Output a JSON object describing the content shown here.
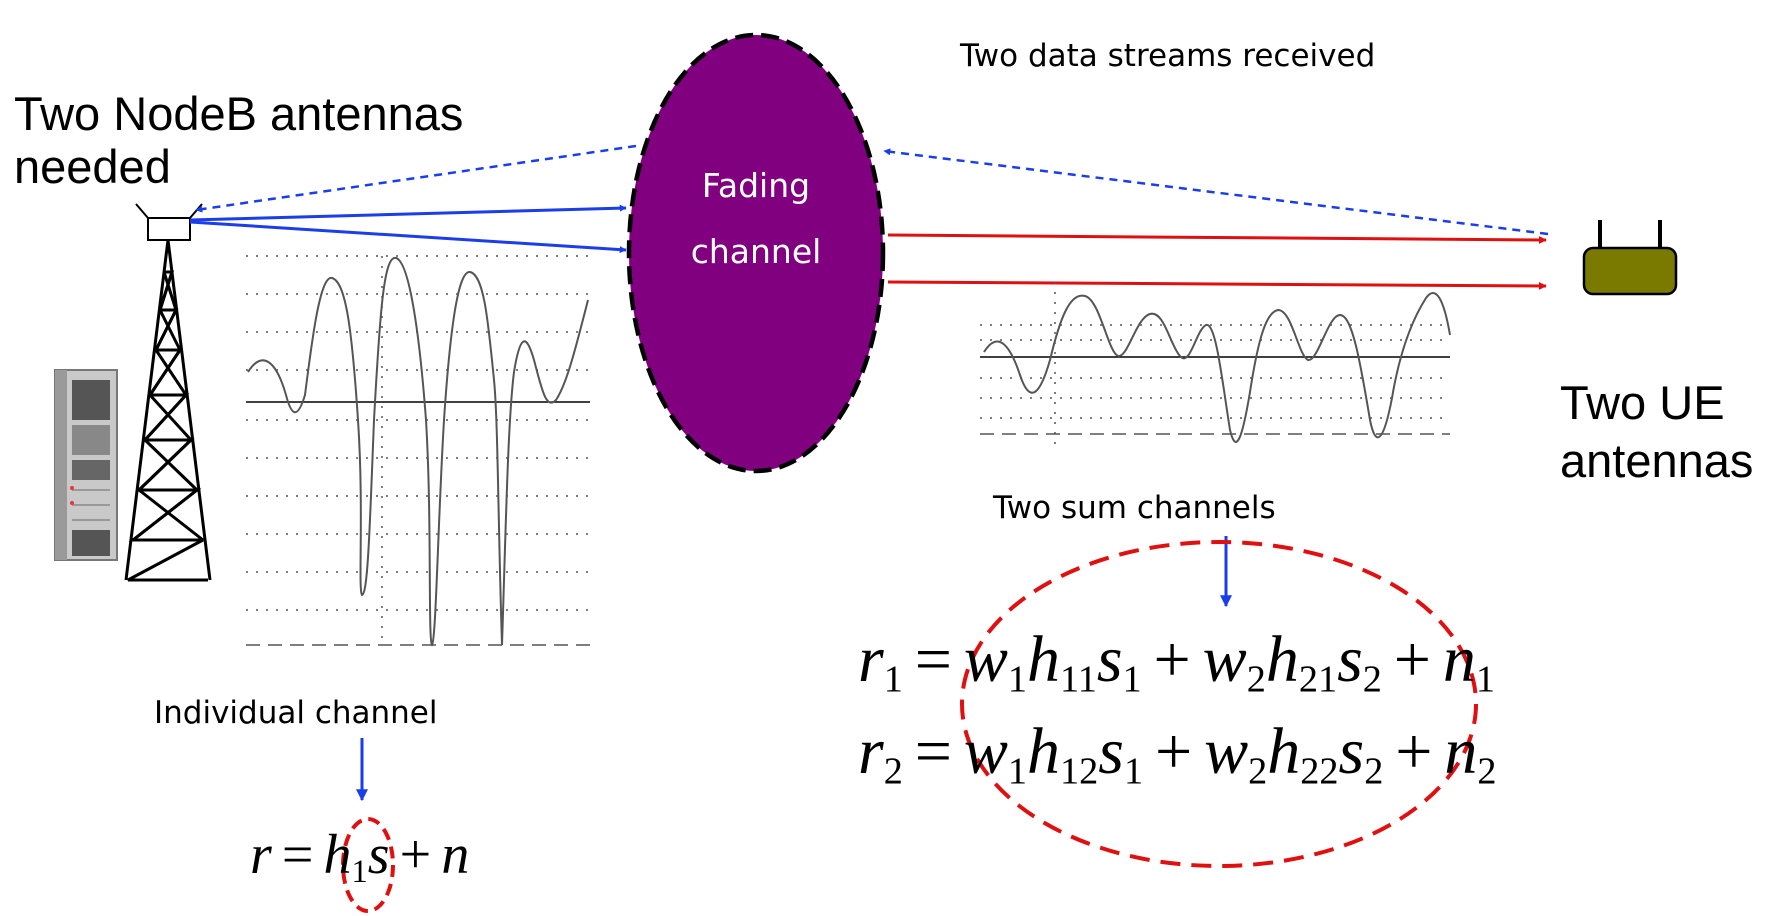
{
  "labels": {
    "nodeb_line1": "Two NodeB antennas",
    "nodeb_line2": "needed",
    "fading_line1": "Fading",
    "fading_line2": "channel",
    "data_streams": "Two data streams received",
    "ue_line1": "Two UE",
    "ue_line2": "antennas",
    "sum_channels": "Two sum channels",
    "individual_channel": "Individual channel"
  },
  "equations": {
    "single": {
      "r": "r",
      "eq": "=",
      "h": "h",
      "h_sub": "1",
      "s": "s",
      "plus": "+",
      "n": "n"
    },
    "row1": {
      "r": "r",
      "r_sub": "1",
      "eq": "=",
      "w1": "w",
      "w1_sub": "1",
      "h1": "h",
      "h1_sub": "11",
      "s1": "s",
      "s1_sub": "1",
      "plus1": "+",
      "w2": "w",
      "w2_sub": "2",
      "h2": "h",
      "h2_sub": "21",
      "s2": "s",
      "s2_sub": "2",
      "plus2": "+",
      "n": "n",
      "n_sub": "1"
    },
    "row2": {
      "r": "r",
      "r_sub": "2",
      "eq": "=",
      "w1": "w",
      "w1_sub": "1",
      "h1": "h",
      "h1_sub": "12",
      "s1": "s",
      "s1_sub": "1",
      "plus1": "+",
      "w2": "w",
      "w2_sub": "2",
      "h2": "h",
      "h2_sub": "22",
      "s2": "s",
      "s2_sub": "2",
      "plus2": "+",
      "n": "n",
      "n_sub": "2"
    }
  },
  "colors": {
    "fading_fill": "#800080",
    "feedback_arrow": "#1a3ee8",
    "tx_arrow": "#1a3ee8",
    "rx_arrow": "#e01010",
    "highlight_ellipse": "#e01010",
    "ue_device": "#7a7a00"
  },
  "icons": [
    "cell-tower-icon",
    "base-station-cabinet-icon",
    "ue-router-icon"
  ]
}
